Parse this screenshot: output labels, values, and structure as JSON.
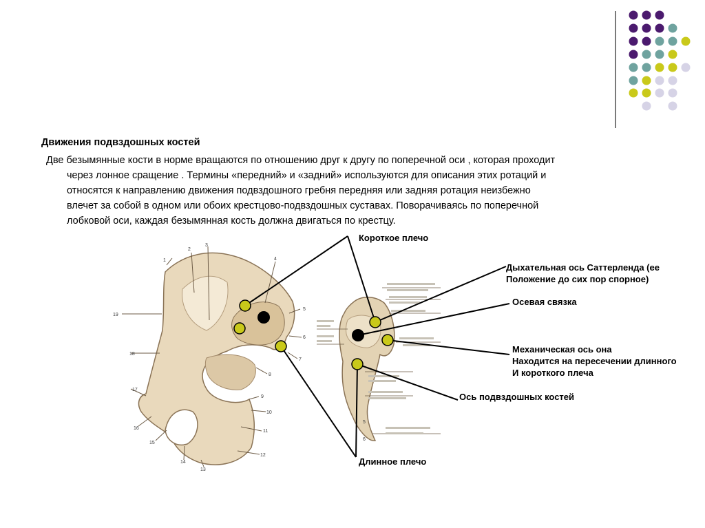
{
  "slide": {
    "title": "Движения подвздошных костей",
    "body_lines": [
      "Две безымянные кости  в норме вращаются  по отношению  друг к другу  по поперечной оси , которая проходит",
      "через лонное сращение . Термины «передний» и  «задний»  используются для описания  этих ротаций  и",
      "относятся  к направлению движения  подвздошного гребня  передняя или задняя ротация неизбежно",
      "влечет за собой  в одном или обоих крестцово-подвздошных суставах. Поворачиваясь  по поперечной",
      "лобковой оси, каждая безымянная кость  должна  двигаться по крестцу."
    ]
  },
  "figure": {
    "labels": {
      "short_arm": "Короткое плечо",
      "respiratory_axis_1": "Дыхательная ось Саттерленда (ее",
      "respiratory_axis_2": "Положение до сих пор спорное)",
      "axial_ligament": "Осевая связка",
      "mech_axis_1": "Механическая ось она",
      "mech_axis_2": "Находится на пересечении длинного",
      "mech_axis_3": "И короткого плеча",
      "iliac_axis": "Ось подвздошных костей",
      "long_arm": "Длинное плечо"
    },
    "bone_numbers": [
      "1",
      "2",
      "3",
      "4",
      "5",
      "6",
      "7",
      "8",
      "9",
      "10",
      "11",
      "12",
      "13",
      "14",
      "15",
      "16",
      "17",
      "18",
      "19"
    ],
    "sacrum_numbers": [
      "5",
      "6"
    ]
  },
  "colors": {
    "purple": "#4b1a6e",
    "teal": "#6fa39f",
    "olive": "#c9c91a",
    "lavender": "#d6d3e6",
    "marker_yellow": "#c9c91a",
    "line": "#000000"
  }
}
